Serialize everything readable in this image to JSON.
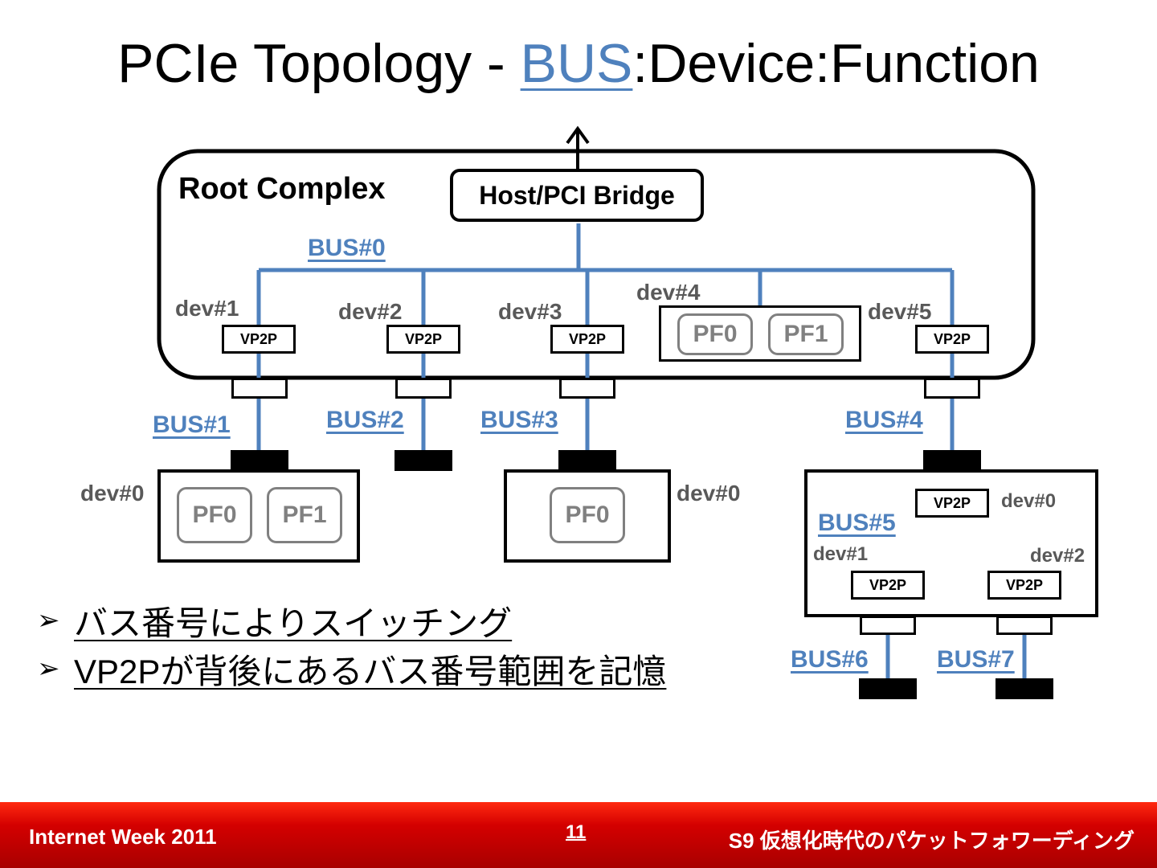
{
  "title": {
    "prefix": "PCIe Topology - ",
    "highlight": "BUS",
    "suffix": ":Device:Function"
  },
  "diagram": {
    "root_complex_label": "Root Complex",
    "host_bridge_label": "Host/PCI Bridge",
    "bus_labels": [
      "BUS#0",
      "BUS#1",
      "BUS#2",
      "BUS#3",
      "BUS#4",
      "BUS#5",
      "BUS#6",
      "BUS#7"
    ],
    "dev_labels": {
      "rc": [
        "dev#1",
        "dev#2",
        "dev#3",
        "dev#4",
        "dev#5"
      ],
      "ep_left": "dev#0",
      "ep_mid": "dev#0",
      "switch_up": "dev#0",
      "switch_down": [
        "dev#1",
        "dev#2"
      ]
    },
    "vp2p_label": "VP2P",
    "pf_labels": [
      "PF0",
      "PF1"
    ]
  },
  "bullets": [
    {
      "mark": "➢",
      "text": "バス番号によりスイッチング"
    },
    {
      "mark": "➢",
      "text": "VP2Pが背後にあるバス番号範囲を記憶"
    }
  ],
  "footer": {
    "left": "Internet Week 2011",
    "page": "11",
    "right": "S9 仮想化時代のパケットフォワーディング"
  },
  "colors": {
    "bus_line": "#4f81bd",
    "footer": "#cc0000",
    "gray": "#808080"
  }
}
